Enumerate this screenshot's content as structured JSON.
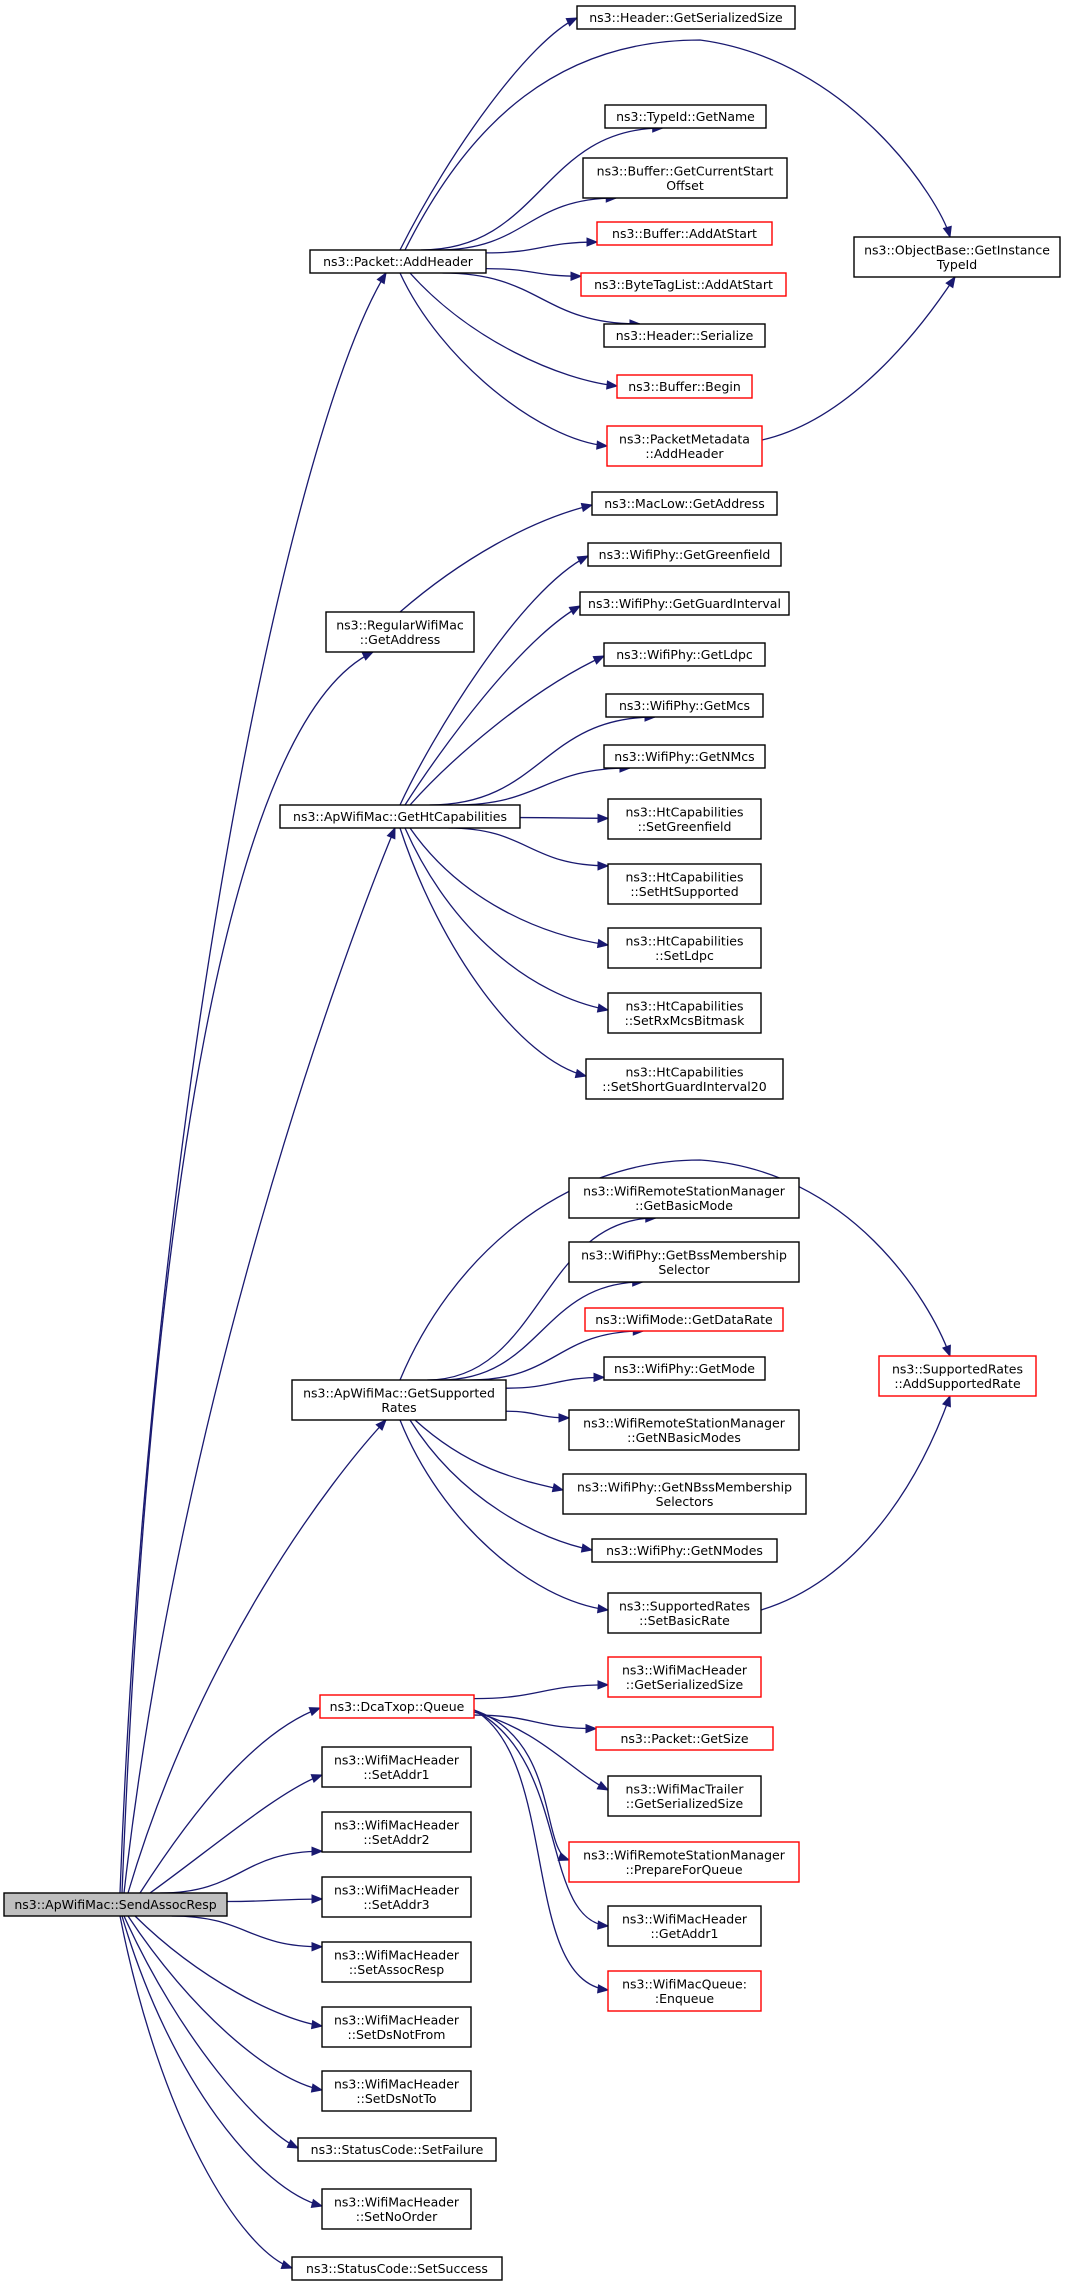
{
  "colors": {
    "edge": "#191970",
    "box_normal": "#000000",
    "box_truncated": "#ff0000",
    "root_fill": "#bfbfbf",
    "node_fill": "#ffffff"
  },
  "nodes": [
    {
      "id": "root",
      "lines": [
        "ns3::ApWifiMac::SendAssocResp"
      ],
      "kind": "root"
    },
    {
      "id": "add_header",
      "lines": [
        "ns3::Packet::AddHeader"
      ],
      "kind": "normal"
    },
    {
      "id": "hdr_get_ser_size",
      "lines": [
        "ns3::Header::GetSerializedSize"
      ],
      "kind": "normal"
    },
    {
      "id": "typeid_get_name",
      "lines": [
        "ns3::TypeId::GetName"
      ],
      "kind": "normal"
    },
    {
      "id": "buf_get_cur_start",
      "lines": [
        "ns3::Buffer::GetCurrentStart",
        "Offset"
      ],
      "kind": "normal"
    },
    {
      "id": "buf_add_at_start",
      "lines": [
        "ns3::Buffer::AddAtStart"
      ],
      "kind": "truncated"
    },
    {
      "id": "btl_add_at_start",
      "lines": [
        "ns3::ByteTagList::AddAtStart"
      ],
      "kind": "truncated"
    },
    {
      "id": "hdr_serialize",
      "lines": [
        "ns3::Header::Serialize"
      ],
      "kind": "normal"
    },
    {
      "id": "buf_begin",
      "lines": [
        "ns3::Buffer::Begin"
      ],
      "kind": "truncated"
    },
    {
      "id": "pm_add_header",
      "lines": [
        "ns3::PacketMetadata",
        "::AddHeader"
      ],
      "kind": "truncated"
    },
    {
      "id": "ob_get_instance",
      "lines": [
        "ns3::ObjectBase::GetInstance",
        "TypeId"
      ],
      "kind": "normal"
    },
    {
      "id": "rwm_get_address",
      "lines": [
        "ns3::RegularWifiMac",
        "::GetAddress"
      ],
      "kind": "normal"
    },
    {
      "id": "maclow_get_address",
      "lines": [
        "ns3::MacLow::GetAddress"
      ],
      "kind": "normal"
    },
    {
      "id": "ap_get_ht_caps",
      "lines": [
        "ns3::ApWifiMac::GetHtCapabilities"
      ],
      "kind": "normal"
    },
    {
      "id": "phy_get_greenfield",
      "lines": [
        "ns3::WifiPhy::GetGreenfield"
      ],
      "kind": "normal"
    },
    {
      "id": "phy_get_guard",
      "lines": [
        "ns3::WifiPhy::GetGuardInterval"
      ],
      "kind": "normal"
    },
    {
      "id": "phy_get_ldpc",
      "lines": [
        "ns3::WifiPhy::GetLdpc"
      ],
      "kind": "normal"
    },
    {
      "id": "phy_get_mcs",
      "lines": [
        "ns3::WifiPhy::GetMcs"
      ],
      "kind": "normal"
    },
    {
      "id": "phy_get_nmcs",
      "lines": [
        "ns3::WifiPhy::GetNMcs"
      ],
      "kind": "normal"
    },
    {
      "id": "htc_set_greenfield",
      "lines": [
        "ns3::HtCapabilities",
        "::SetGreenfield"
      ],
      "kind": "normal"
    },
    {
      "id": "htc_set_ht_supported",
      "lines": [
        "ns3::HtCapabilities",
        "::SetHtSupported"
      ],
      "kind": "normal"
    },
    {
      "id": "htc_set_ldpc",
      "lines": [
        "ns3::HtCapabilities",
        "::SetLdpc"
      ],
      "kind": "normal"
    },
    {
      "id": "htc_set_rxmcs",
      "lines": [
        "ns3::HtCapabilities",
        "::SetRxMcsBitmask"
      ],
      "kind": "normal"
    },
    {
      "id": "htc_set_sgi20",
      "lines": [
        "ns3::HtCapabilities",
        "::SetShortGuardInterval20"
      ],
      "kind": "normal"
    },
    {
      "id": "ap_get_supported_rates",
      "lines": [
        "ns3::ApWifiMac::GetSupported",
        "Rates"
      ],
      "kind": "normal"
    },
    {
      "id": "rsm_get_basic_mode",
      "lines": [
        "ns3::WifiRemoteStationManager",
        "::GetBasicMode"
      ],
      "kind": "normal"
    },
    {
      "id": "phy_get_bss_sel",
      "lines": [
        "ns3::WifiPhy::GetBssMembership",
        "Selector"
      ],
      "kind": "normal"
    },
    {
      "id": "mode_get_data_rate",
      "lines": [
        "ns3::WifiMode::GetDataRate"
      ],
      "kind": "truncated"
    },
    {
      "id": "phy_get_mode",
      "lines": [
        "ns3::WifiPhy::GetMode"
      ],
      "kind": "normal"
    },
    {
      "id": "rsm_get_nbasic",
      "lines": [
        "ns3::WifiRemoteStationManager",
        "::GetNBasicModes"
      ],
      "kind": "normal"
    },
    {
      "id": "phy_get_nbss_sel",
      "lines": [
        "ns3::WifiPhy::GetNBssMembership",
        "Selectors"
      ],
      "kind": "normal"
    },
    {
      "id": "phy_get_nmodes",
      "lines": [
        "ns3::WifiPhy::GetNModes"
      ],
      "kind": "normal"
    },
    {
      "id": "sr_set_basic_rate",
      "lines": [
        "ns3::SupportedRates",
        "::SetBasicRate"
      ],
      "kind": "normal"
    },
    {
      "id": "sr_add_supported",
      "lines": [
        "ns3::SupportedRates",
        "::AddSupportedRate"
      ],
      "kind": "truncated"
    },
    {
      "id": "dca_queue",
      "lines": [
        "ns3::DcaTxop::Queue"
      ],
      "kind": "truncated"
    },
    {
      "id": "wmh_get_ser_size",
      "lines": [
        "ns3::WifiMacHeader",
        "::GetSerializedSize"
      ],
      "kind": "truncated"
    },
    {
      "id": "pkt_get_size",
      "lines": [
        "ns3::Packet::GetSize"
      ],
      "kind": "truncated"
    },
    {
      "id": "wmt_get_ser_size",
      "lines": [
        "ns3::WifiMacTrailer",
        "::GetSerializedSize"
      ],
      "kind": "normal"
    },
    {
      "id": "rsm_prepare",
      "lines": [
        "ns3::WifiRemoteStationManager",
        "::PrepareForQueue"
      ],
      "kind": "truncated"
    },
    {
      "id": "wmh_get_addr1",
      "lines": [
        "ns3::WifiMacHeader",
        "::GetAddr1"
      ],
      "kind": "normal"
    },
    {
      "id": "wmq_enqueue",
      "lines": [
        "ns3::WifiMacQueue:",
        ":Enqueue"
      ],
      "kind": "truncated"
    },
    {
      "id": "wmh_set_addr1",
      "lines": [
        "ns3::WifiMacHeader",
        "::SetAddr1"
      ],
      "kind": "normal"
    },
    {
      "id": "wmh_set_addr2",
      "lines": [
        "ns3::WifiMacHeader",
        "::SetAddr2"
      ],
      "kind": "normal"
    },
    {
      "id": "wmh_set_addr3",
      "lines": [
        "ns3::WifiMacHeader",
        "::SetAddr3"
      ],
      "kind": "normal"
    },
    {
      "id": "wmh_set_assoc_resp",
      "lines": [
        "ns3::WifiMacHeader",
        "::SetAssocResp"
      ],
      "kind": "normal"
    },
    {
      "id": "wmh_set_ds_not_from",
      "lines": [
        "ns3::WifiMacHeader",
        "::SetDsNotFrom"
      ],
      "kind": "normal"
    },
    {
      "id": "wmh_set_ds_not_to",
      "lines": [
        "ns3::WifiMacHeader",
        "::SetDsNotTo"
      ],
      "kind": "normal"
    },
    {
      "id": "sc_set_failure",
      "lines": [
        "ns3::StatusCode::SetFailure"
      ],
      "kind": "normal"
    },
    {
      "id": "wmh_set_no_order",
      "lines": [
        "ns3::WifiMacHeader",
        "::SetNoOrder"
      ],
      "kind": "normal"
    },
    {
      "id": "sc_set_success",
      "lines": [
        "ns3::StatusCode::SetSuccess"
      ],
      "kind": "normal"
    }
  ],
  "edges": [
    [
      "root",
      "add_header"
    ],
    [
      "root",
      "rwm_get_address"
    ],
    [
      "root",
      "ap_get_ht_caps"
    ],
    [
      "root",
      "ap_get_supported_rates"
    ],
    [
      "root",
      "dca_queue"
    ],
    [
      "root",
      "wmh_set_addr1"
    ],
    [
      "root",
      "wmh_set_addr2"
    ],
    [
      "root",
      "wmh_set_addr3"
    ],
    [
      "root",
      "wmh_set_assoc_resp"
    ],
    [
      "root",
      "wmh_set_ds_not_from"
    ],
    [
      "root",
      "wmh_set_ds_not_to"
    ],
    [
      "root",
      "sc_set_failure"
    ],
    [
      "root",
      "wmh_set_no_order"
    ],
    [
      "root",
      "sc_set_success"
    ],
    [
      "add_header",
      "hdr_get_ser_size"
    ],
    [
      "add_header",
      "ob_get_instance"
    ],
    [
      "add_header",
      "typeid_get_name"
    ],
    [
      "add_header",
      "buf_get_cur_start"
    ],
    [
      "add_header",
      "buf_add_at_start"
    ],
    [
      "add_header",
      "btl_add_at_start"
    ],
    [
      "add_header",
      "hdr_serialize"
    ],
    [
      "add_header",
      "buf_begin"
    ],
    [
      "add_header",
      "pm_add_header"
    ],
    [
      "pm_add_header",
      "ob_get_instance"
    ],
    [
      "rwm_get_address",
      "maclow_get_address"
    ],
    [
      "ap_get_ht_caps",
      "phy_get_greenfield"
    ],
    [
      "ap_get_ht_caps",
      "phy_get_guard"
    ],
    [
      "ap_get_ht_caps",
      "phy_get_ldpc"
    ],
    [
      "ap_get_ht_caps",
      "phy_get_mcs"
    ],
    [
      "ap_get_ht_caps",
      "phy_get_nmcs"
    ],
    [
      "ap_get_ht_caps",
      "htc_set_greenfield"
    ],
    [
      "ap_get_ht_caps",
      "htc_set_ht_supported"
    ],
    [
      "ap_get_ht_caps",
      "htc_set_ldpc"
    ],
    [
      "ap_get_ht_caps",
      "htc_set_rxmcs"
    ],
    [
      "ap_get_ht_caps",
      "htc_set_sgi20"
    ],
    [
      "ap_get_supported_rates",
      "sr_add_supported"
    ],
    [
      "ap_get_supported_rates",
      "rsm_get_basic_mode"
    ],
    [
      "ap_get_supported_rates",
      "phy_get_bss_sel"
    ],
    [
      "ap_get_supported_rates",
      "mode_get_data_rate"
    ],
    [
      "ap_get_supported_rates",
      "phy_get_mode"
    ],
    [
      "ap_get_supported_rates",
      "rsm_get_nbasic"
    ],
    [
      "ap_get_supported_rates",
      "phy_get_nbss_sel"
    ],
    [
      "ap_get_supported_rates",
      "phy_get_nmodes"
    ],
    [
      "ap_get_supported_rates",
      "sr_set_basic_rate"
    ],
    [
      "sr_set_basic_rate",
      "sr_add_supported"
    ],
    [
      "dca_queue",
      "wmh_get_ser_size"
    ],
    [
      "dca_queue",
      "pkt_get_size"
    ],
    [
      "dca_queue",
      "wmt_get_ser_size"
    ],
    [
      "dca_queue",
      "rsm_prepare"
    ],
    [
      "dca_queue",
      "wmh_get_addr1"
    ],
    [
      "dca_queue",
      "wmq_enqueue"
    ]
  ]
}
